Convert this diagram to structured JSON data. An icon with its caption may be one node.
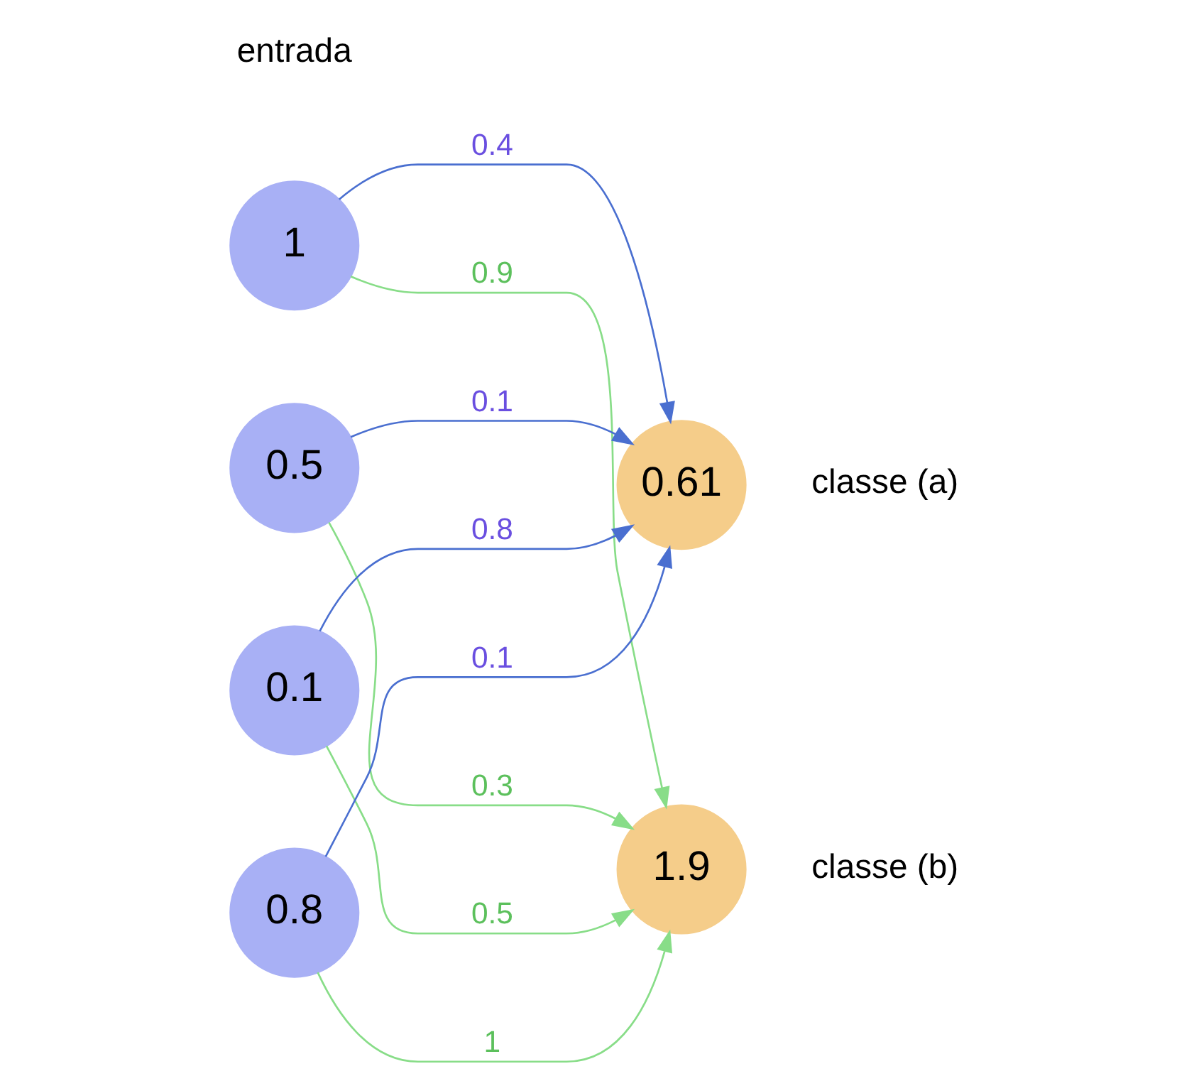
{
  "diagram": {
    "nodes": [
      {
        "text": [
          "1"
        ]
      },
      {
        "text": [
          "0.5"
        ]
      },
      {
        "text": [
          "0.1"
        ]
      },
      {
        "text": [
          "0.8"
        ]
      },
      {
        "text": [
          "0.61"
        ],
        "beside": [
          "classe (a)"
        ]
      },
      {
        "text": [
          "1.9"
        ],
        "beside": [
          "classe (b)"
        ]
      }
    ],
    "edges": [
      {
        "from": 0,
        "to": 4,
        "arrow": "to",
        "label": "0.4",
        "color": "#4a6fd0"
      },
      {
        "from": 1,
        "to": 4,
        "arrow": "to",
        "label": "0.1",
        "color": "#4a6fd0"
      },
      {
        "from": 2,
        "to": 4,
        "arrow": "to",
        "label": "0.8",
        "color": "#4a6fd0"
      },
      {
        "from": 3,
        "to": 4,
        "arrow": "to",
        "label": "0.1",
        "color": "#4a6fd0"
      },
      {
        "from": 0,
        "to": 5,
        "arrow": "to",
        "label": "0.9",
        "color": "#88dd88"
      },
      {
        "from": 1,
        "to": 5,
        "arrow": "to",
        "label": "0.3",
        "color": "#88dd88"
      },
      {
        "from": 2,
        "to": 5,
        "arrow": "to",
        "label": "0.5",
        "color": "#88dd88"
      },
      {
        "from": 3,
        "to": 5,
        "arrow": "to",
        "label": "1",
        "color": "#88dd88"
      }
    ],
    "labels": [
      "entrada"
    ]
  }
}
